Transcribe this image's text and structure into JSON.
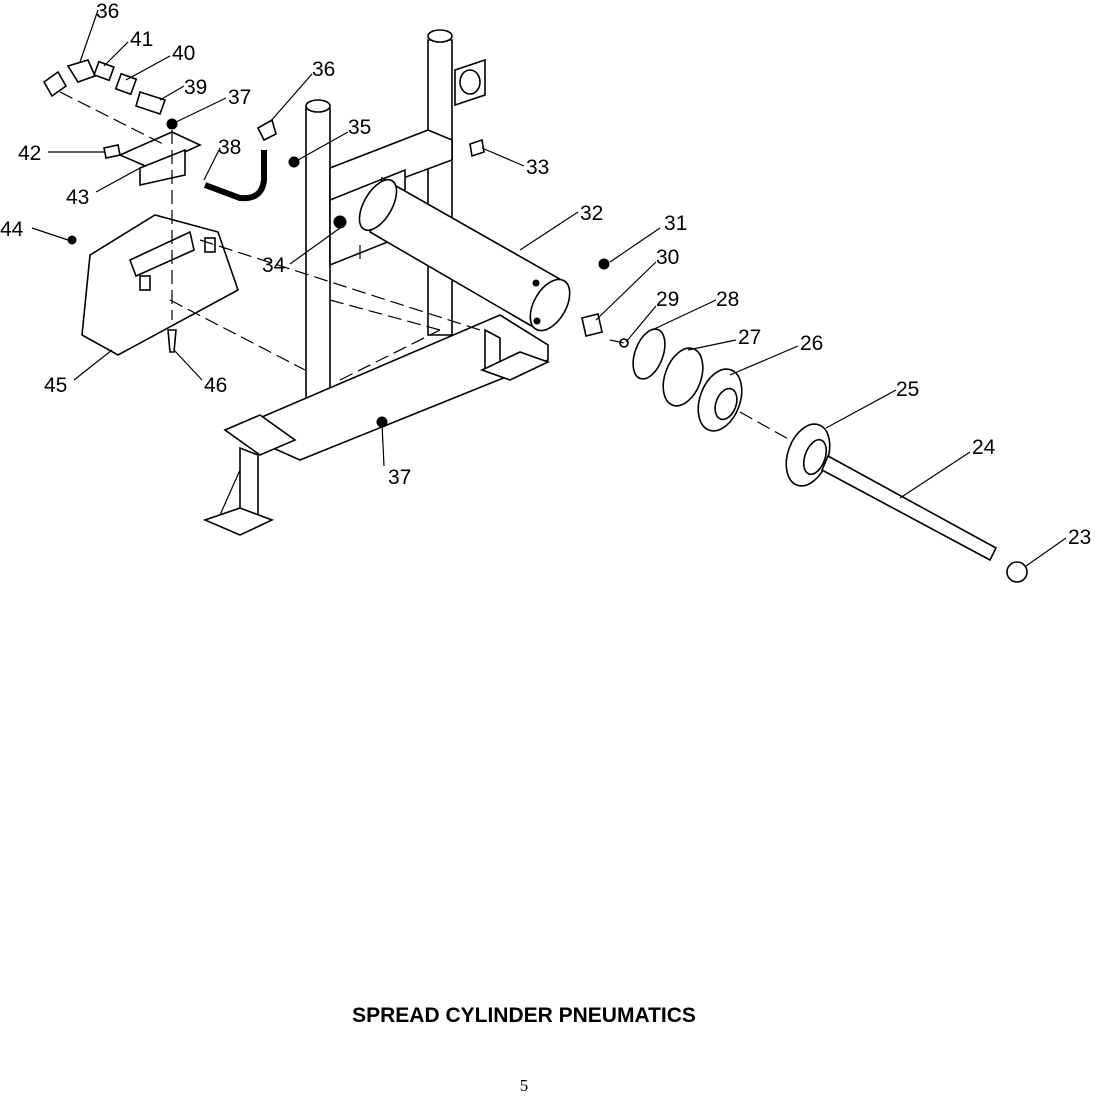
{
  "diagram": {
    "callouts": [
      "36",
      "41",
      "40",
      "39",
      "37",
      "36",
      "35",
      "38",
      "42",
      "43",
      "33",
      "32",
      "31",
      "44",
      "34",
      "30",
      "29",
      "28",
      "27",
      "26",
      "45",
      "46",
      "25",
      "24",
      "37",
      "23"
    ]
  },
  "footer": {
    "title": "SPREAD CYLINDER PNEUMATICS",
    "page_number": "5"
  }
}
